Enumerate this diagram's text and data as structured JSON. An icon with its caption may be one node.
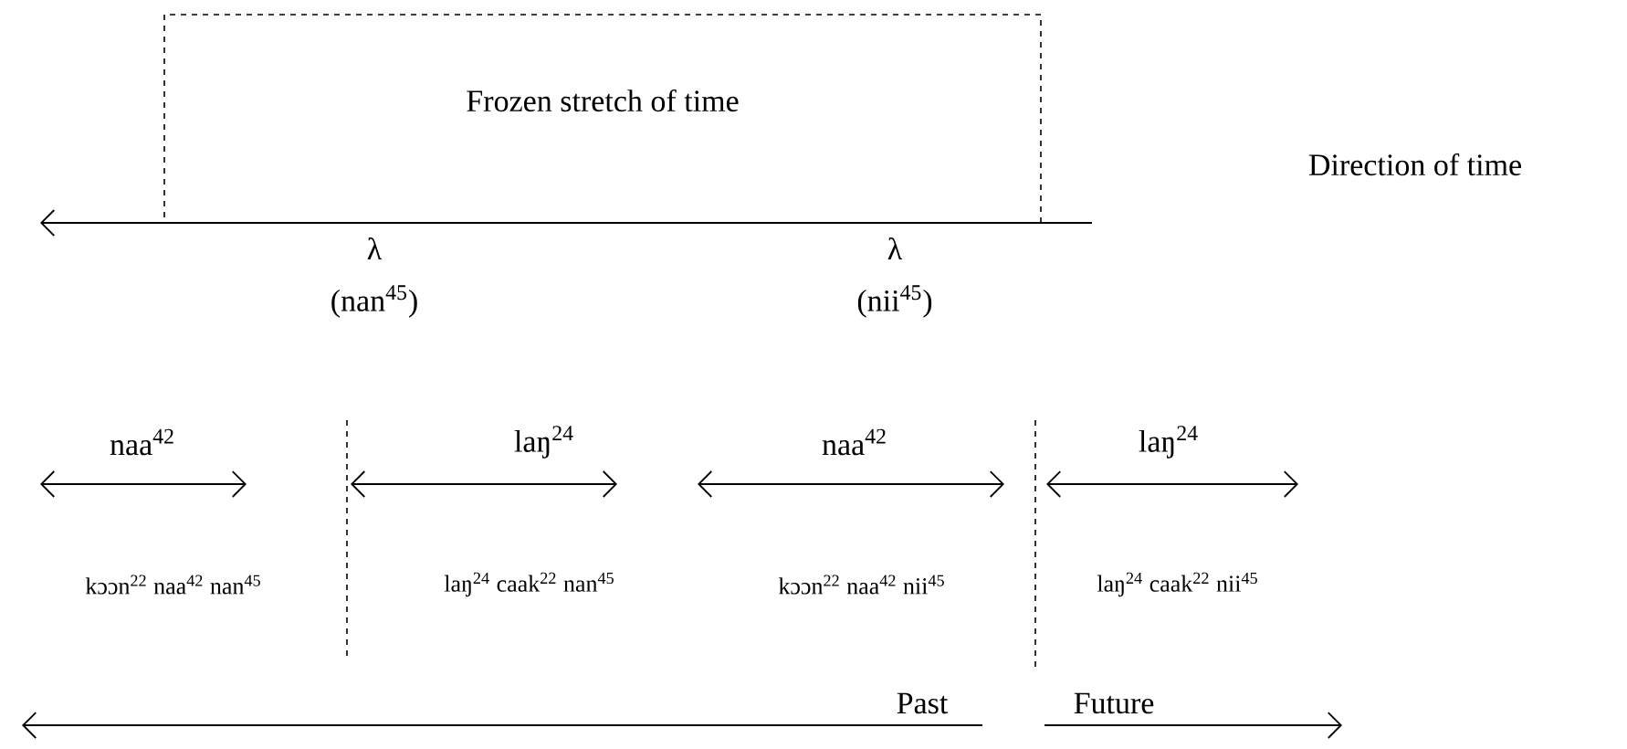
{
  "diagram": {
    "nodes": [
      {
        "text": [
          "Frozen stretch of time"
        ]
      }
    ],
    "labels": [
      "Direction of time",
      "λ",
      "λ",
      "(nan$^{45}$)",
      "(nii$^{45}$)",
      "naa$^{42}$",
      "laŋ$^{24}$",
      "naa$^{42}$",
      "laŋ$^{24}$",
      "kɔɔn$^{22}$ naa$^{42}$ nan$^{45}$",
      "laŋ$^{24}$ caak$^{22}$ nan$^{45}$",
      "kɔɔn$^{22}$ naa$^{42}$ nii$^{45}$",
      "laŋ$^{24}$ caak$^{22}$ nii$^{45}$",
      "Past",
      "Future"
    ]
  }
}
